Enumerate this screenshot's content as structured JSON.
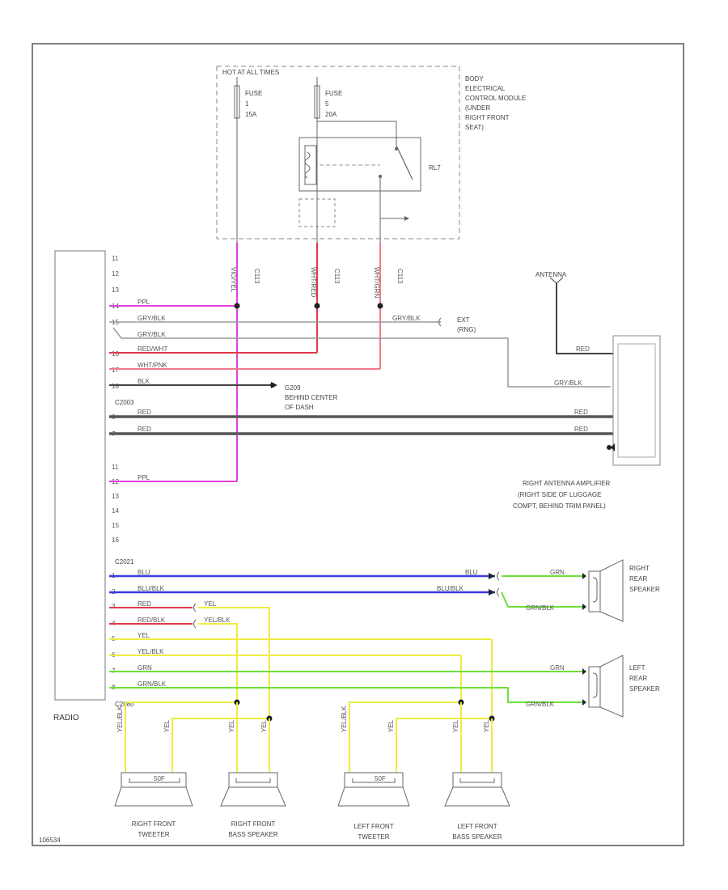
{
  "power_label": "HOT AT ALL TIMES",
  "fuse1": {
    "name": "FUSE",
    "num": "1",
    "amps": "15A"
  },
  "fuse2": {
    "name": "FUSE",
    "num": "5",
    "amps": "20A"
  },
  "relay_label": "RL7",
  "module_label": [
    "BODY",
    "ELECTRICAL",
    "CONTROL MODULE",
    "(UNDER",
    "RIGHT FRONT",
    "SEAT)"
  ],
  "connector_ids": [
    "C113",
    "C113",
    "C113"
  ],
  "module_wire_colors": [
    "VIO/YEL",
    "WHT/RED",
    "WHT/GRN"
  ],
  "radio_label": "RADIO",
  "radio_pins_top": [
    "11",
    "12",
    "13",
    "14",
    "15",
    "16",
    "17",
    "18"
  ],
  "radio_pins_mid": [
    "6",
    "7"
  ],
  "radio_pins_low": [
    "11",
    "12",
    "13",
    "14",
    "15",
    "16"
  ],
  "radio_pins_spk": [
    "1",
    "2",
    "3",
    "4",
    "5",
    "6",
    "7",
    "8"
  ],
  "conn_c2003": "C2003",
  "conn_c2021": "C2021",
  "conn_c2080": "C2080",
  "top_wires": [
    "PPL",
    "GRY/BLK",
    "GRY/BLK",
    "RED/WHT",
    "WHT/PNK",
    "BLK"
  ],
  "ground_label": [
    "G209",
    "BEHIND CENTER",
    "OF DASH"
  ],
  "shield_wires": [
    "RED",
    "RED"
  ],
  "mid_pin_wire": "PPL",
  "ant_label": "ANTENNA",
  "ant_amp_wires": [
    "RED",
    "GRY/BLK",
    "RED",
    "RED"
  ],
  "ext_label": [
    "EXT",
    "(RNG)"
  ],
  "ant_amp_label": [
    "RIGHT ANTENNA AMPLIFIER",
    "(RIGHT SIDE OF LUGGAGE",
    "COMPT, BEHIND TRIM PANEL)"
  ],
  "spk_wires": [
    "BLU",
    "BLU/BLK",
    "RED",
    "RED/BLK",
    "YEL",
    "YEL/BLK",
    "GRN",
    "GRN/BLK"
  ],
  "splice_wires": [
    "BLU",
    "BLU/BLK",
    "YEL",
    "YEL/BLK"
  ],
  "rear_wires": [
    "GRN",
    "GRN/BLK",
    "GRN",
    "GRN/BLK"
  ],
  "right_rear_label": [
    "RIGHT",
    "REAR",
    "SPEAKER"
  ],
  "left_rear_label": [
    "LEFT",
    "REAR",
    "SPEAKER"
  ],
  "front_wire_labels": [
    "YEL/BLK",
    "YEL",
    "YEL",
    "YEL",
    "YEL/BLK",
    "YEL",
    "YEL",
    "YEL"
  ],
  "cap_label": "50F",
  "front_speakers": [
    {
      "line1": "RIGHT FRONT",
      "line2": "TWEETER"
    },
    {
      "line1": "RIGHT FRONT",
      "line2": "BASS SPEAKER"
    },
    {
      "line1": "LEFT FRONT",
      "line2": "TWEETER"
    },
    {
      "line1": "LEFT FRONT",
      "line2": "BASS SPEAKER"
    }
  ],
  "diagram_id": "106534",
  "colors": {
    "ppl": "#e040e0",
    "gry": "#9a9a9a",
    "red": "#e03a4a",
    "pnk": "#f07a8a",
    "blk": "#222222",
    "blu": "#3a3ae0",
    "yel": "#eded40",
    "grn": "#6ee03a"
  }
}
